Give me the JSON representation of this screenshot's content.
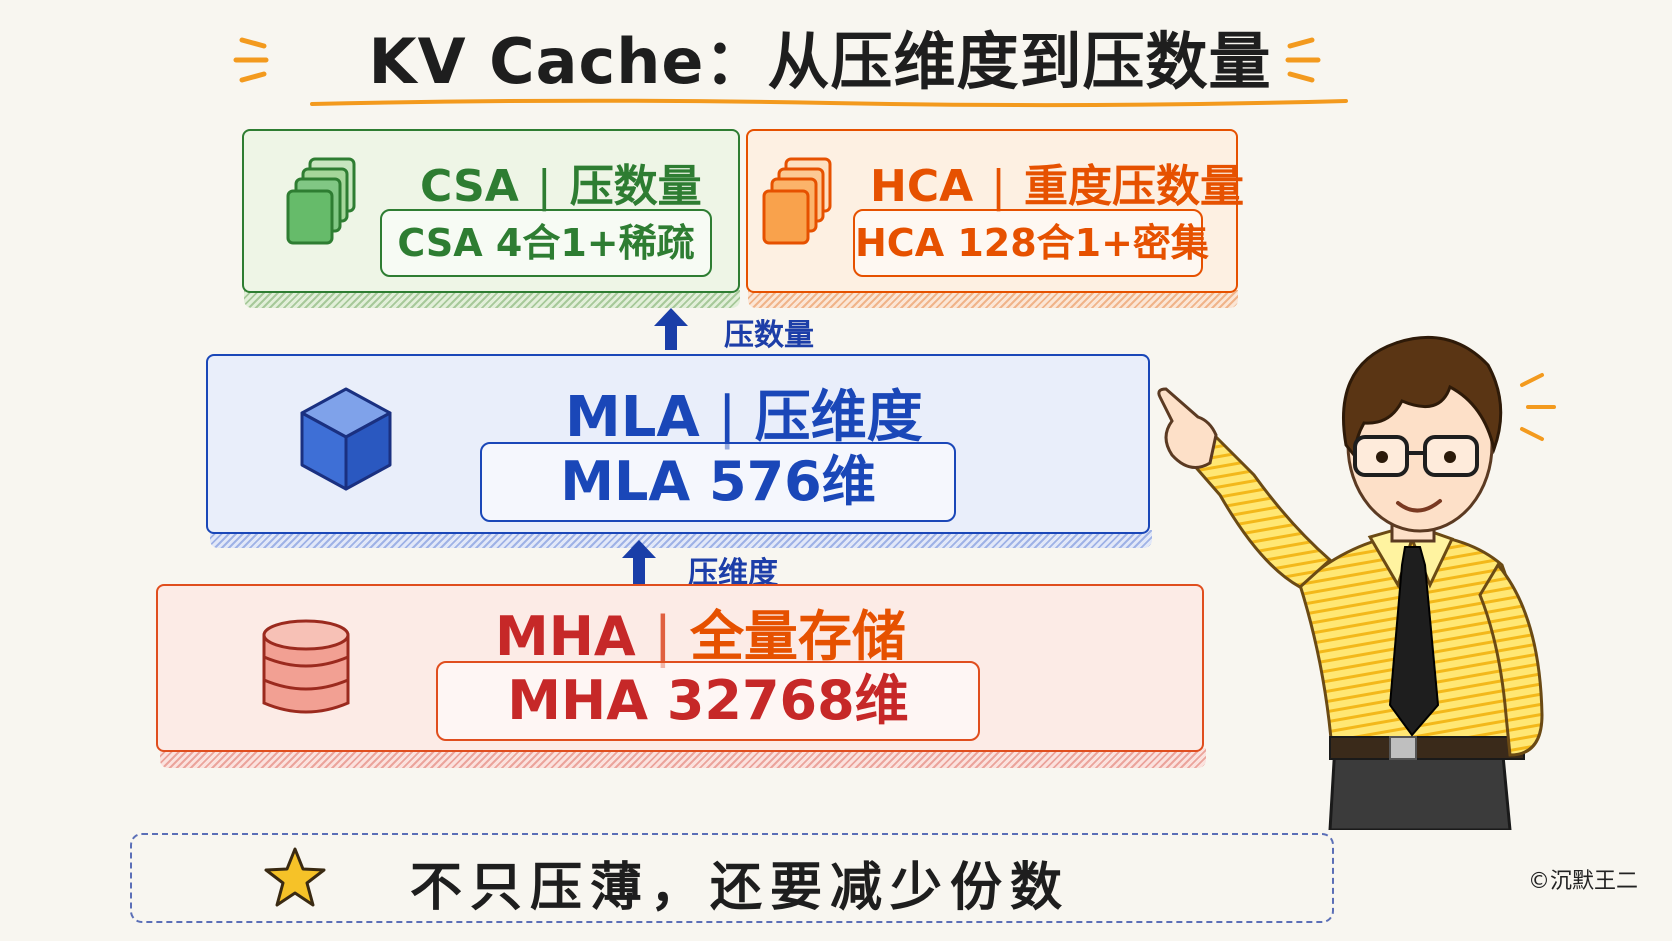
{
  "title": "KV Cache：从压维度到压数量",
  "layers": {
    "csa": {
      "name": "CSA",
      "desc": "压数量",
      "detail": "CSA 4合1+稀疏",
      "color": "#2e7d32"
    },
    "hca": {
      "name": "HCA",
      "desc": "重度压数量",
      "detail": "HCA 128合1+密集",
      "color": "#e65100"
    },
    "mla": {
      "name": "MLA",
      "desc": "压维度",
      "detail": "MLA 576维",
      "color": "#1a47b8"
    },
    "mha": {
      "name": "MHA",
      "desc": "全量存储",
      "detail": "MHA 32768维",
      "color": "#c62828"
    }
  },
  "arrows": {
    "upper_label": "压数量",
    "lower_label": "压维度"
  },
  "separator": "|",
  "footer": {
    "text": "不只压薄，还要减少份数",
    "icon": "star-icon"
  },
  "copyright": "©沉默王二"
}
